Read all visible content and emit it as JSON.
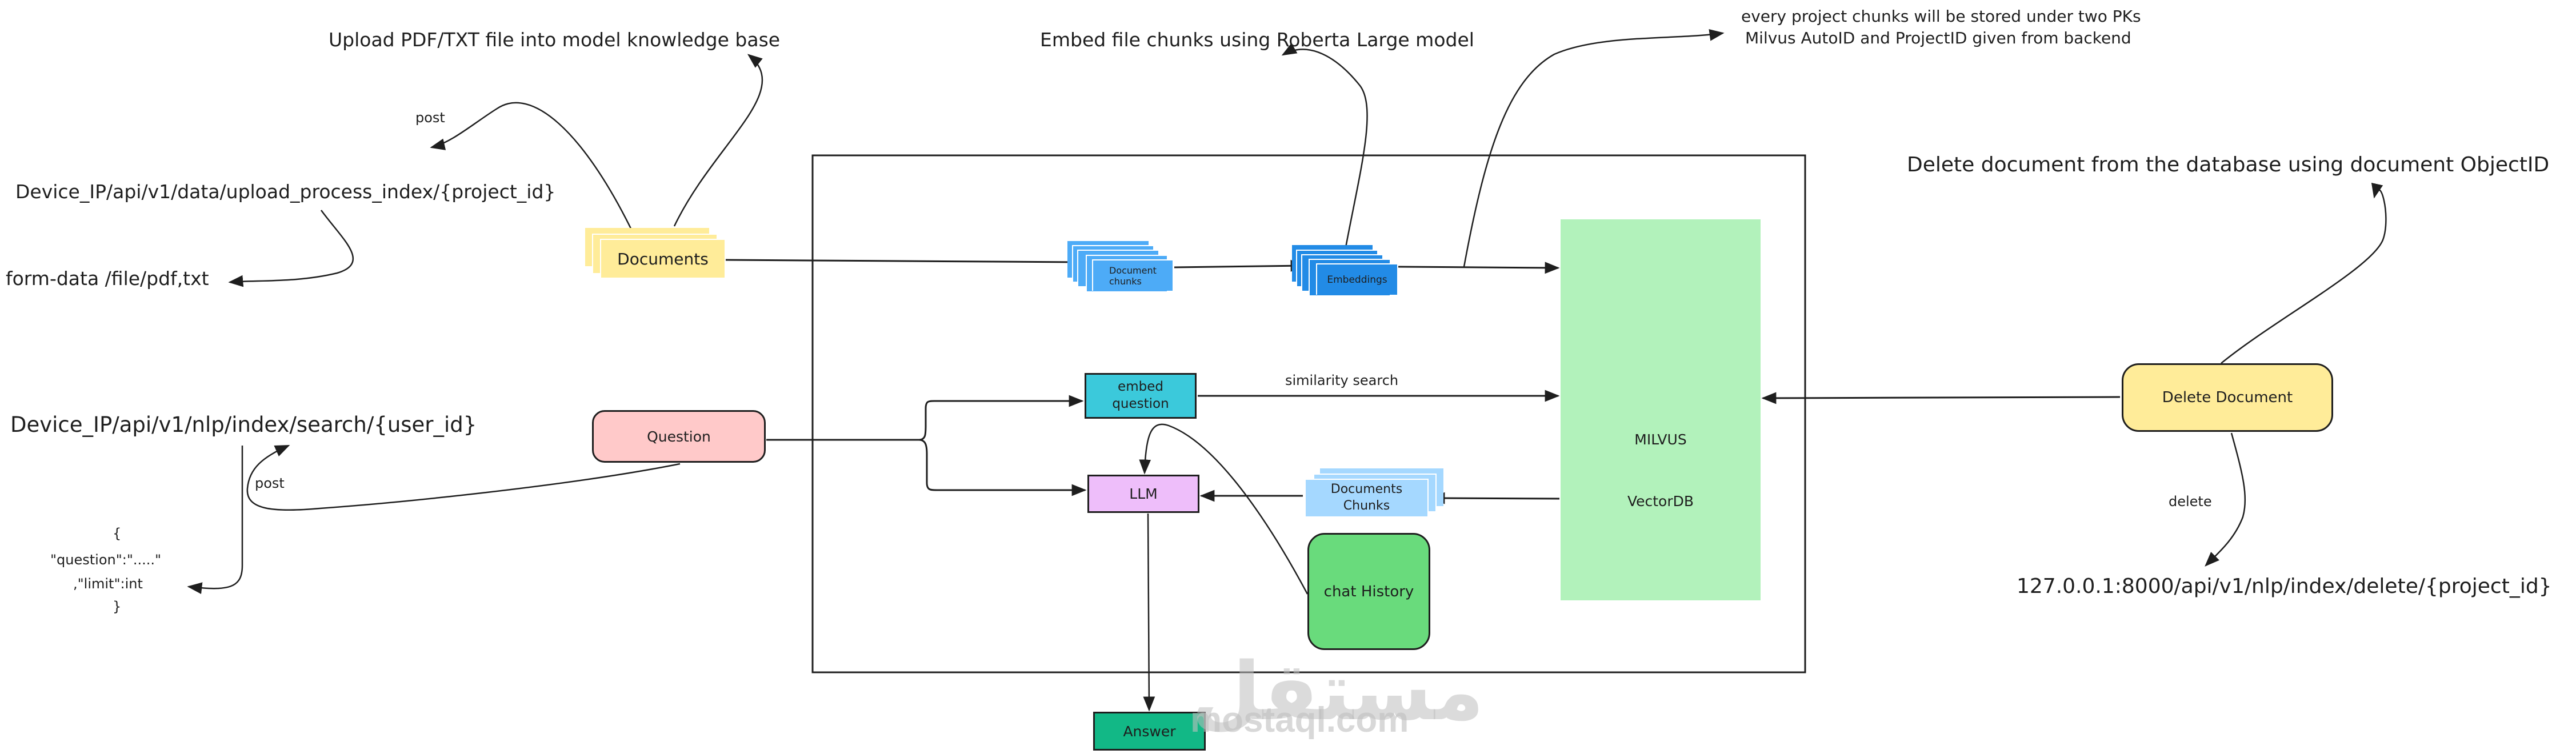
{
  "colors": {
    "documents": "#ffec99",
    "document_chunks": "#4dabf7",
    "embeddings": "#228be6",
    "question": "#ffc9c9",
    "embed_question": "#3bc9db",
    "llm": "#eebefa",
    "retrieved_chunks": "#a5d8ff",
    "chat_history": "#69db7c",
    "answer": "#12b886",
    "milvus": "#b2f2bb",
    "delete_document": "#ffec99",
    "stroke": "#1e1e1e"
  },
  "annotations": {
    "upload_title": "Upload PDF/TXT file into model knowledge base",
    "upload_method": "post",
    "upload_endpoint": "Device_IP/api/v1/data/upload_process_index/{project_id}",
    "upload_body": "form-data /file/pdf,txt",
    "embed_title": "Embed file chunks using Roberta Large model",
    "storage_note_line1": "every project chunks will be stored under two PKs",
    "storage_note_line2": "Milvus AutoID and ProjectID given from backend",
    "delete_title": "Delete document from the database using document ObjectID",
    "search_endpoint": "Device_IP/api/v1/nlp/index/search/{user_id}",
    "search_method": "post",
    "search_body_open": "{",
    "search_body_question": "\"question\":\".....\"",
    "search_body_limit": ",\"limit\":int",
    "search_body_close": "}",
    "similarity_search": "similarity search",
    "delete_method": "delete",
    "delete_endpoint": "127.0.0.1:8000/api/v1/nlp/index/delete/{project_id}"
  },
  "nodes": {
    "documents": "Documents",
    "document_chunks_line1": "Document",
    "document_chunks_line2": "chunks",
    "embeddings": "Embeddings",
    "question": "Question",
    "embed_question_line1": "embed",
    "embed_question_line2": "question",
    "llm": "LLM",
    "retrieved_chunks_line1": "Documents",
    "retrieved_chunks_line2": "Chunks",
    "chat_history": "chat History",
    "answer": "Answer",
    "milvus_line1": "MILVUS",
    "milvus_line2": "VectorDB",
    "delete_document": "Delete Document"
  },
  "watermark": {
    "arabic": "مستقل",
    "latin": "mostaql.com"
  }
}
